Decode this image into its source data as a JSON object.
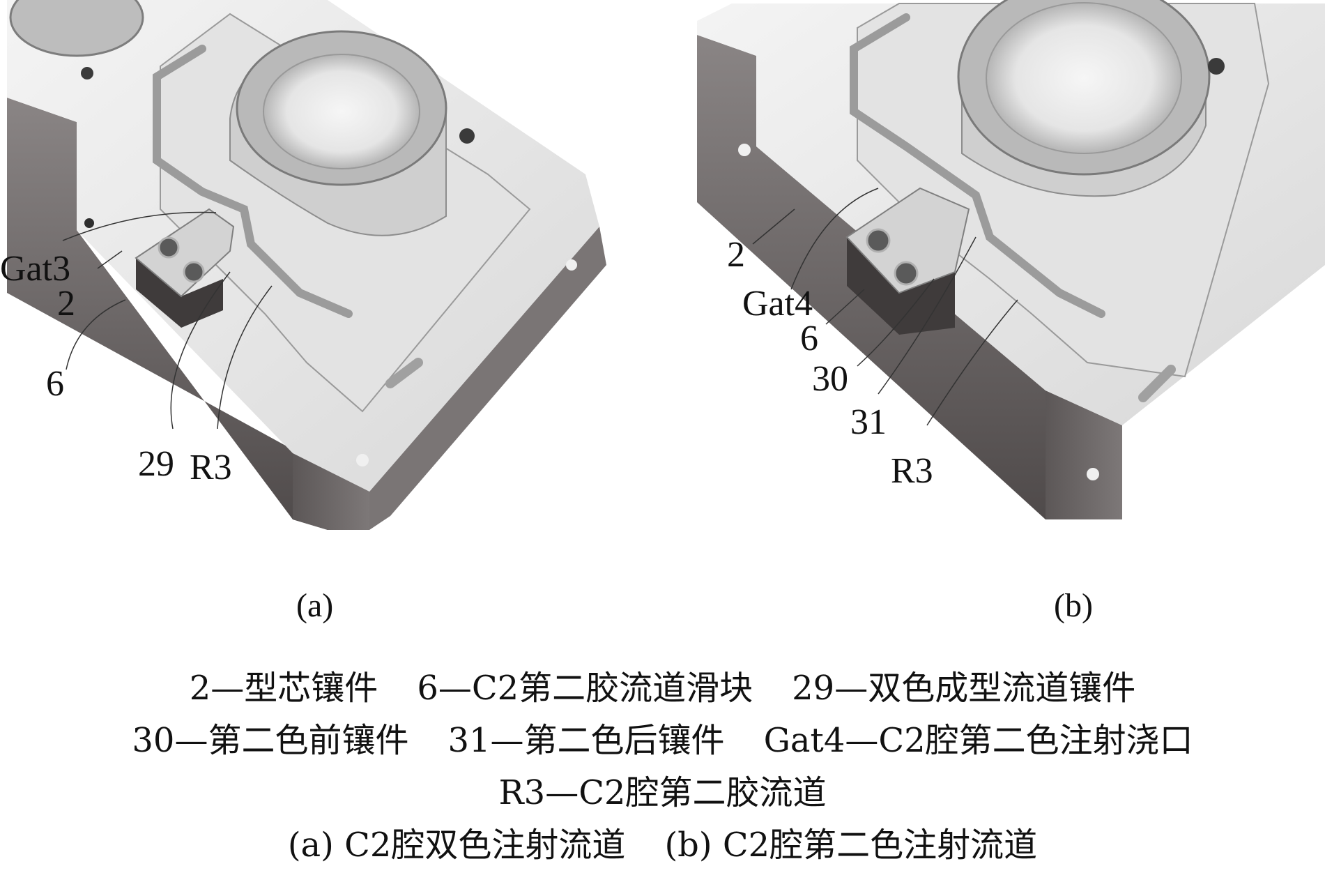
{
  "panels": {
    "a": {
      "label": "(a)",
      "callouts": {
        "gat3": "Gat3",
        "two": "2",
        "six": "6",
        "twentynine": "29",
        "r3": "R3"
      }
    },
    "b": {
      "label": "(b)",
      "callouts": {
        "two": "2",
        "gat4": "Gat4",
        "six": "6",
        "thirty": "30",
        "thirtyone": "31",
        "r3": "R3"
      }
    }
  },
  "legend": {
    "line1": [
      "2—型芯镶件",
      "6—C2第二胶流道滑块",
      "29—双色成型流道镶件"
    ],
    "line2": [
      "30—第二色前镶件",
      "31—第二色后镶件",
      "Gat4—C2腔第二色注射浇口"
    ],
    "line3": [
      "R3—C2腔第二胶流道"
    ],
    "line4": [
      "(a) C2腔双色注射流道",
      "(b) C2腔第二色注射流道"
    ]
  },
  "colors": {
    "metal_light": "#eeeeee",
    "metal_mid": "#c9c9c9",
    "metal_dark": "#6e6a6a",
    "metal_shadow": "#4a4646",
    "leader": "#333333"
  }
}
